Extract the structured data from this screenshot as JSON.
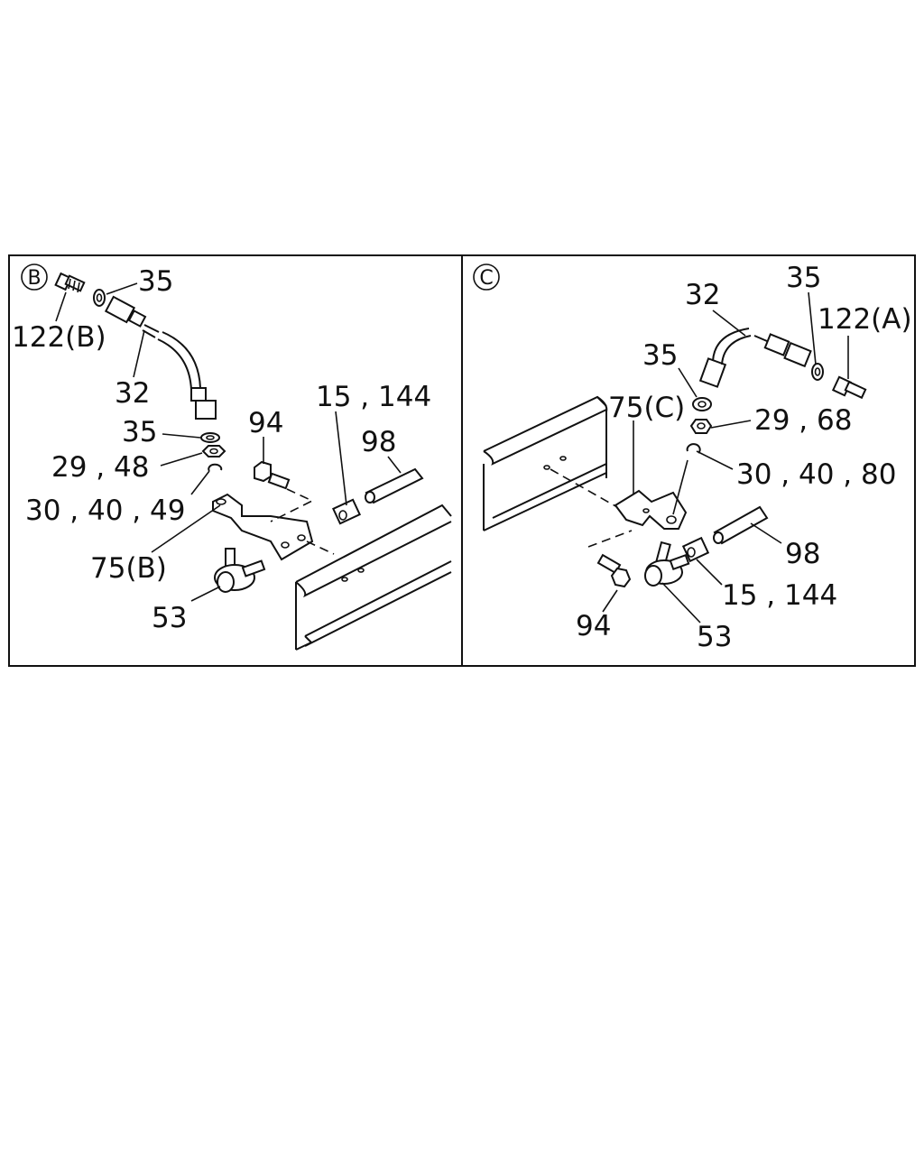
{
  "panels": [
    {
      "view_letter": "B",
      "labels": {
        "p122": "122(B)",
        "p35a": "35",
        "p32": "32",
        "p35b": "35",
        "p29": "29 , 48",
        "p30": "30 , 40 , 49",
        "p75": "75(B)",
        "p53": "53",
        "p94": "94",
        "p15": "15 , 144",
        "p98": "98"
      }
    },
    {
      "view_letter": "C",
      "labels": {
        "p32": "32",
        "p35a": "35",
        "p122": "122(A)",
        "p35b": "35",
        "p75": "75(C)",
        "p29": "29 , 68",
        "p30": "30 , 40 , 80",
        "p98": "98",
        "p15": "15 , 144",
        "p94": "94",
        "p53": "53"
      }
    }
  ]
}
